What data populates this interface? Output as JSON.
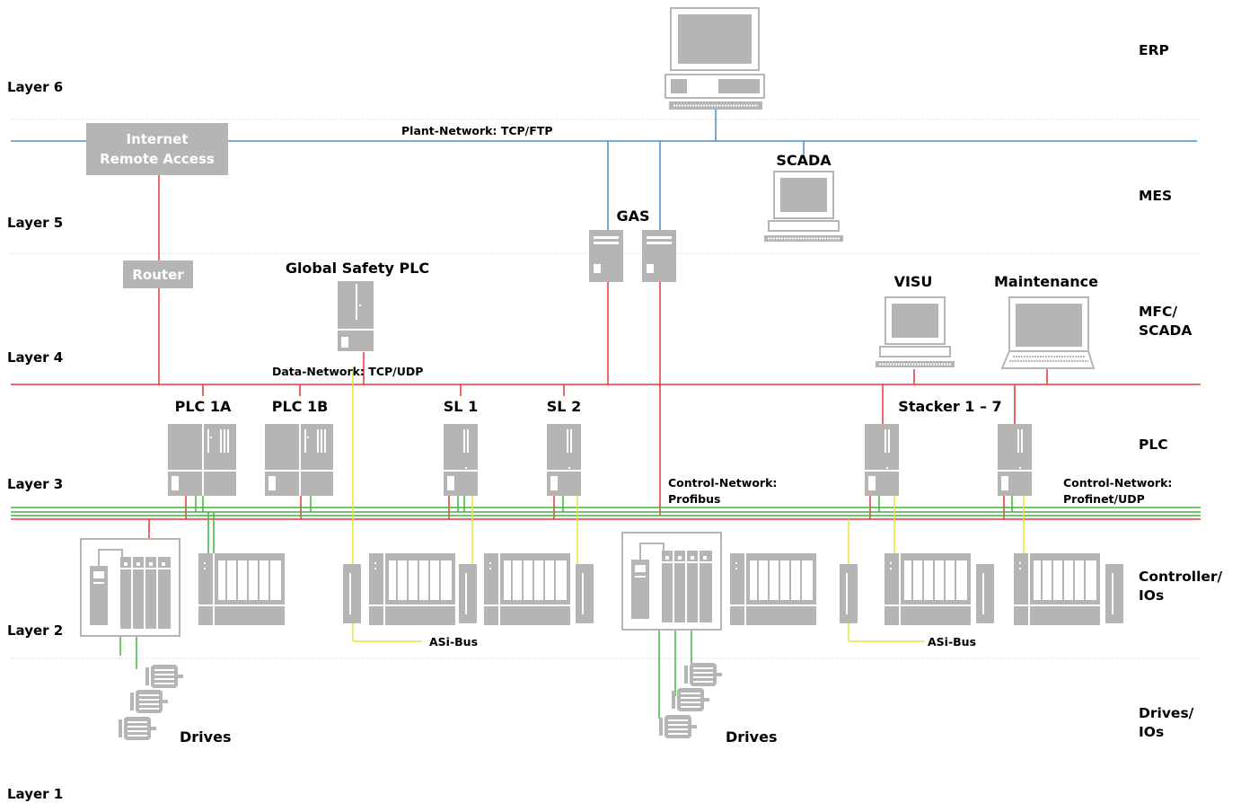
{
  "layers": {
    "layer6": "Layer 6",
    "layer5": "Layer 5",
    "layer4": "Layer 4",
    "layer3": "Layer 3",
    "layer2": "Layer 2",
    "layer1": "Layer 1"
  },
  "levels": {
    "erp": "ERP",
    "mes": "MES",
    "mfc_line1": "MFC/",
    "mfc_line2": "SCADA",
    "plc": "PLC",
    "controller_line1": "Controller/",
    "controller_line2": "IOs",
    "drives_line1": "Drives/",
    "drives_line2": "IOs"
  },
  "networks": {
    "plant": "Plant-Network: TCP/FTP",
    "data": "Data-Network: TCP/UDP",
    "control_profibus_line1": "Control-Network:",
    "control_profibus_line2": "Profibus",
    "control_profinet_line1": "Control-Network:",
    "control_profinet_line2": "Profinet/UDP",
    "asi_bus_left": "ASi-Bus",
    "asi_bus_right": "ASi-Bus"
  },
  "devices": {
    "internet_line1": "Internet",
    "internet_line2": "Remote Access",
    "router": "Router",
    "global_safety_plc": "Global Safety PLC",
    "gas": "GAS",
    "scada": "SCADA",
    "visu": "VISU",
    "maintenance": "Maintenance",
    "plc_1a": "PLC 1A",
    "plc_1b": "PLC 1B",
    "sl1": "SL 1",
    "sl2": "SL 2",
    "stacker": "Stacker 1 – 7",
    "drives_left": "Drives",
    "drives_right": "Drives"
  },
  "colors": {
    "plant_network": "#4a8ec7",
    "data_network": "#e8363a",
    "control_network": "#3fb63f",
    "asi_bus": "#e7e43a",
    "device_gray": "#b5b5b5",
    "layer_divider": "#c8c8c8"
  }
}
